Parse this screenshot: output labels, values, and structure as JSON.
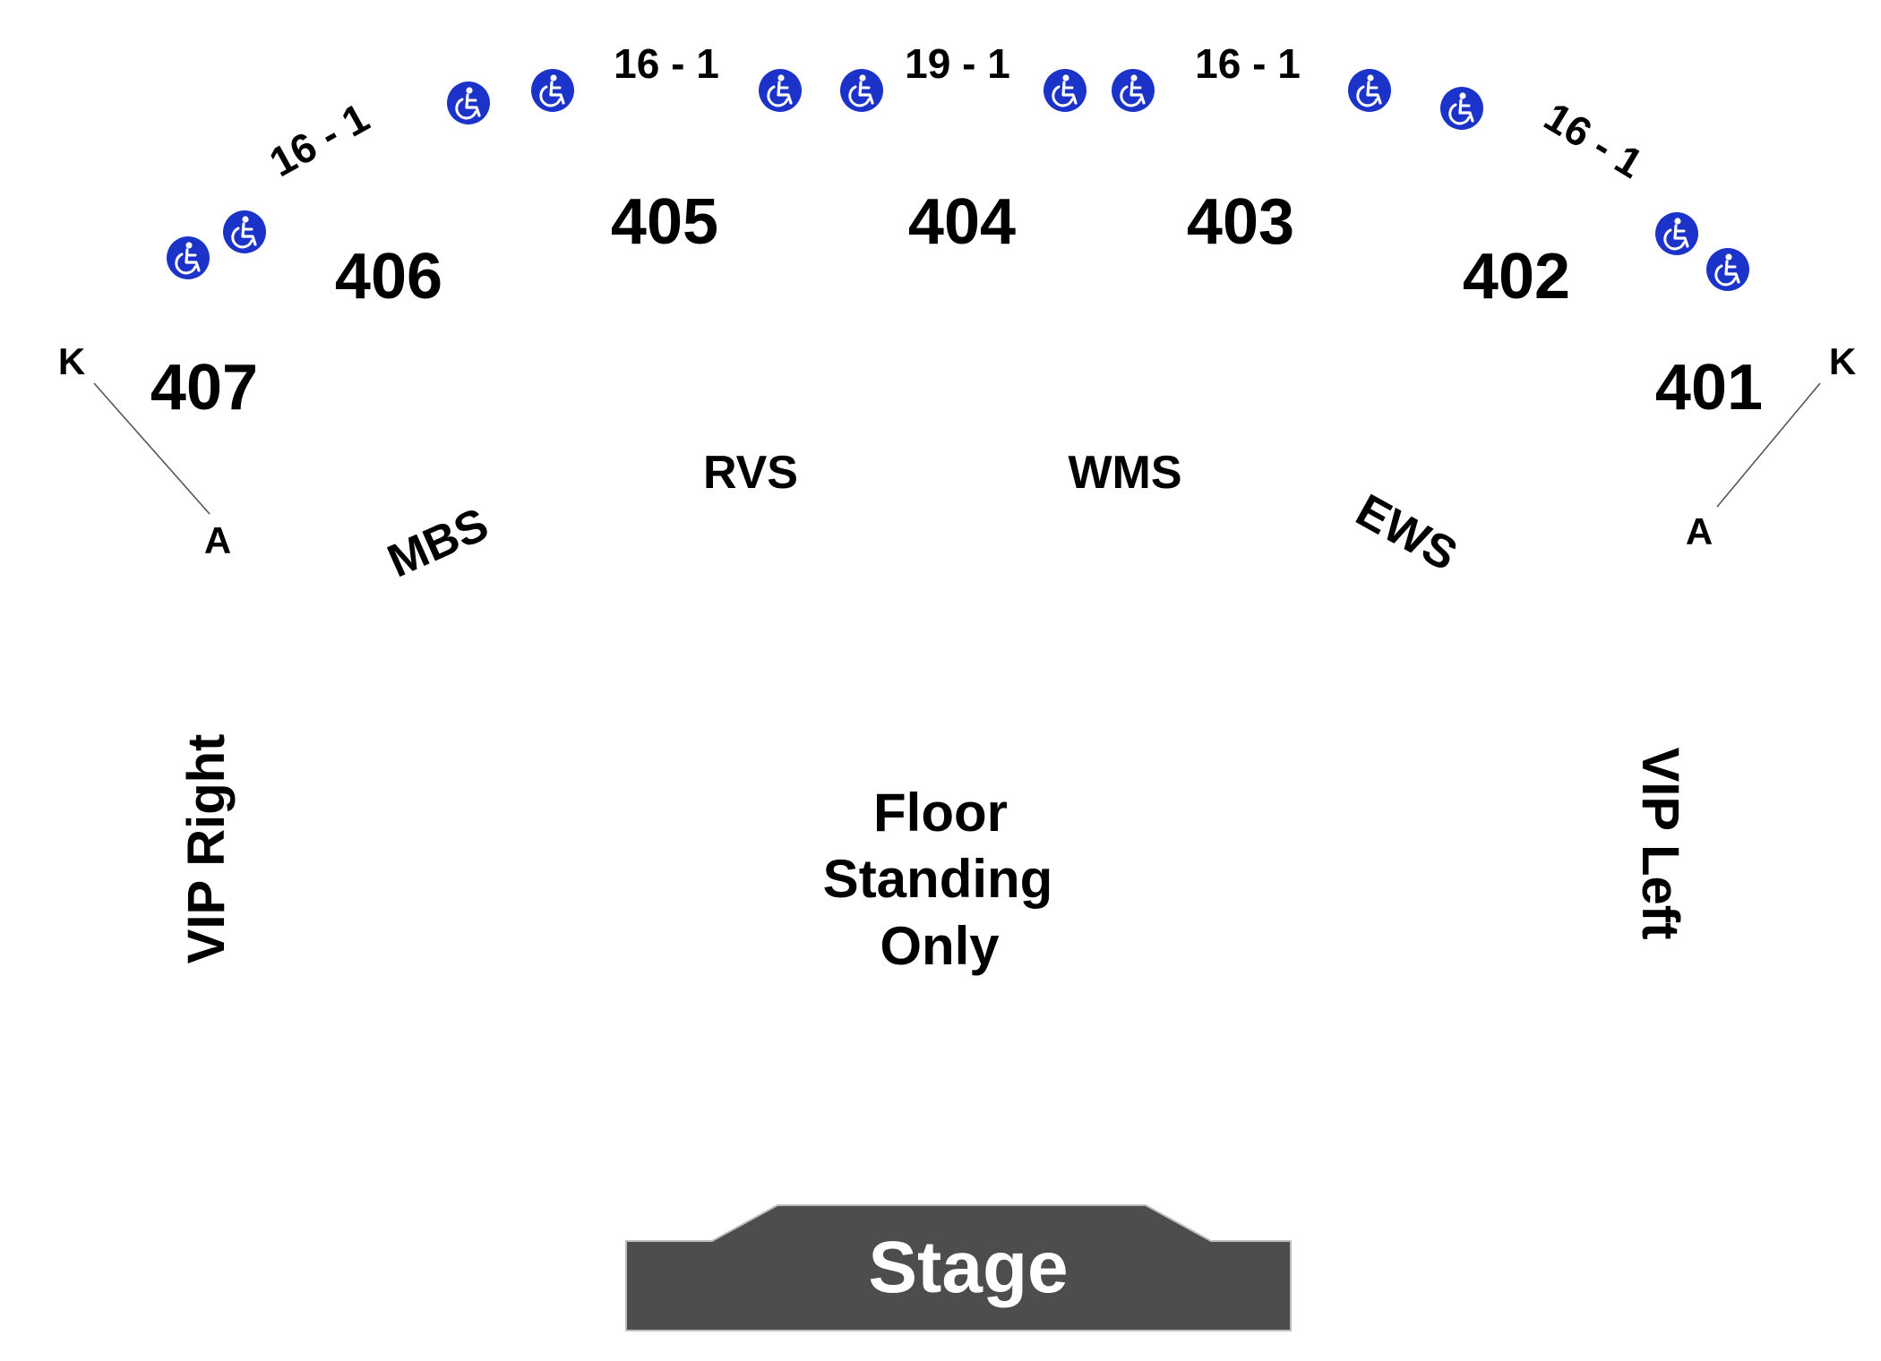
{
  "colors": {
    "background": "#ffffff",
    "text": "#000000",
    "stage": "#4d4d4d",
    "stage_text": "#ffffff",
    "wheelchair": "#1b33c9"
  },
  "sections": {
    "s401": "401",
    "s402": "402",
    "s403": "403",
    "s404": "404",
    "s405": "405",
    "s406": "406",
    "s407": "407"
  },
  "row_ranges": {
    "left_arc": "16 - 1",
    "center_left": "16 - 1",
    "center": "19 - 1",
    "center_right": "16 - 1",
    "right_arc": "16 - 1"
  },
  "row_markers": {
    "left_top": "K",
    "left_bottom": "A",
    "right_top": "K",
    "right_bottom": "A"
  },
  "boxes": {
    "mbs": "MBS",
    "rvs": "RVS",
    "wms": "WMS",
    "ews": "EWS"
  },
  "vip": {
    "right": "VIP Right",
    "left": "VIP Left"
  },
  "floor": {
    "line1": "Floor",
    "line2": "Standing",
    "line3": "Only"
  },
  "stage": {
    "label": "Stage"
  },
  "icons": {
    "accessible": "wheelchair-icon"
  }
}
